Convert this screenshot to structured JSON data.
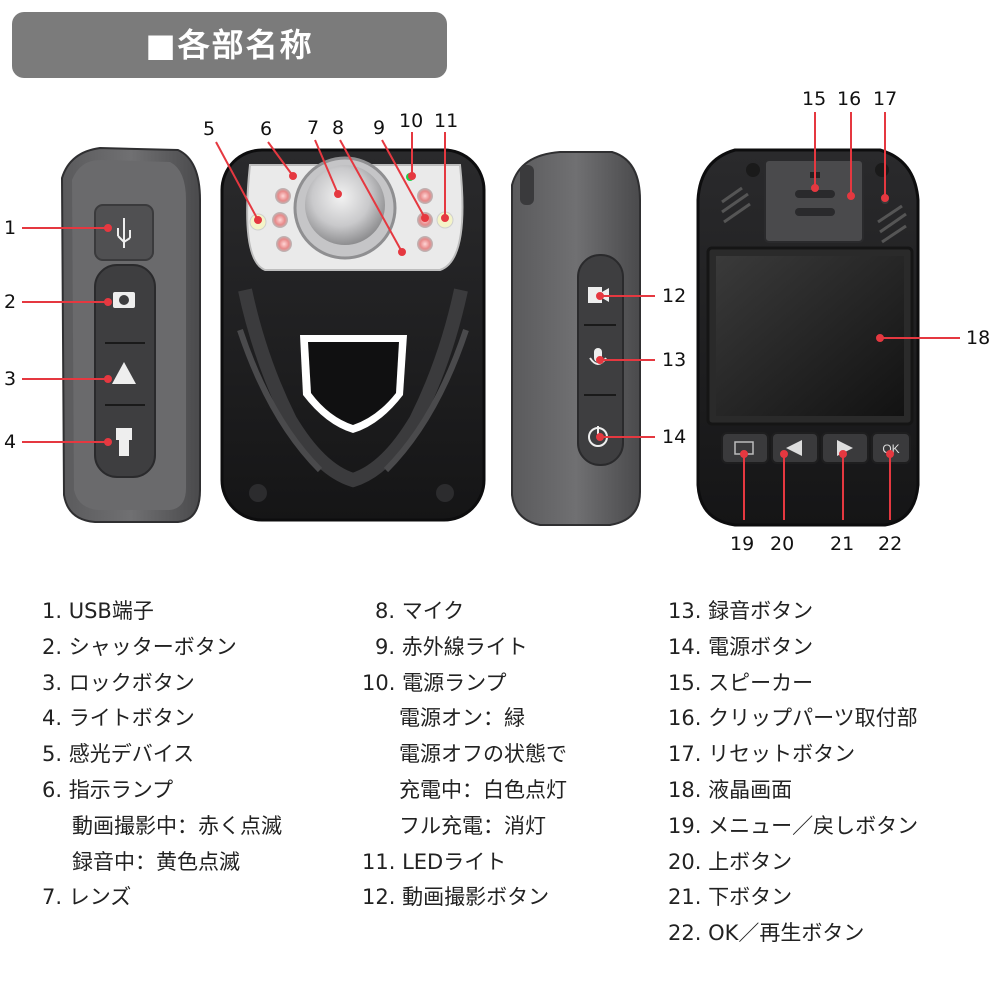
{
  "header": {
    "title": "■各部名称"
  },
  "callouts": [
    "1",
    "2",
    "3",
    "4",
    "5",
    "6",
    "7",
    "8",
    "9",
    "10",
    "11",
    "12",
    "13",
    "14",
    "15",
    "16",
    "17",
    "18",
    "19",
    "20",
    "21",
    "22"
  ],
  "device": {
    "ok_label": "OK"
  },
  "parts_list": {
    "col1": [
      {
        "text": "1. USB端子"
      },
      {
        "text": "2. シャッターボタン"
      },
      {
        "text": "3. ロックボタン"
      },
      {
        "text": "4. ライトボタン"
      },
      {
        "text": "5. 感光デバイス"
      },
      {
        "text": "6. 指示ランプ"
      },
      {
        "text": "動画撮影中：赤く点滅"
      },
      {
        "text": "録音中：黄色点滅"
      },
      {
        "text": "7. レンズ"
      }
    ],
    "col2": [
      {
        "text": "8. マイク"
      },
      {
        "text": "9. 赤外線ライト"
      },
      {
        "text": "10. 電源ランプ"
      },
      {
        "text": "電源オン：緑"
      },
      {
        "text": "電源オフの状態で"
      },
      {
        "text": "充電中：白色点灯"
      },
      {
        "text": "フル充電：消灯"
      },
      {
        "text": "11. LEDライト"
      },
      {
        "text": "12. 動画撮影ボタン"
      }
    ],
    "col3": [
      {
        "text": "13. 録音ボタン"
      },
      {
        "text": "14. 電源ボタン"
      },
      {
        "text": "15. スピーカー"
      },
      {
        "text": "16. クリップパーツ取付部"
      },
      {
        "text": "17. リセットボタン"
      },
      {
        "text": "18. 液晶画面"
      },
      {
        "text": "19. メニュー／戻しボタン"
      },
      {
        "text": "20. 上ボタン"
      },
      {
        "text": "21. 下ボタン"
      },
      {
        "text": "22. OK／再生ボタン"
      }
    ]
  }
}
